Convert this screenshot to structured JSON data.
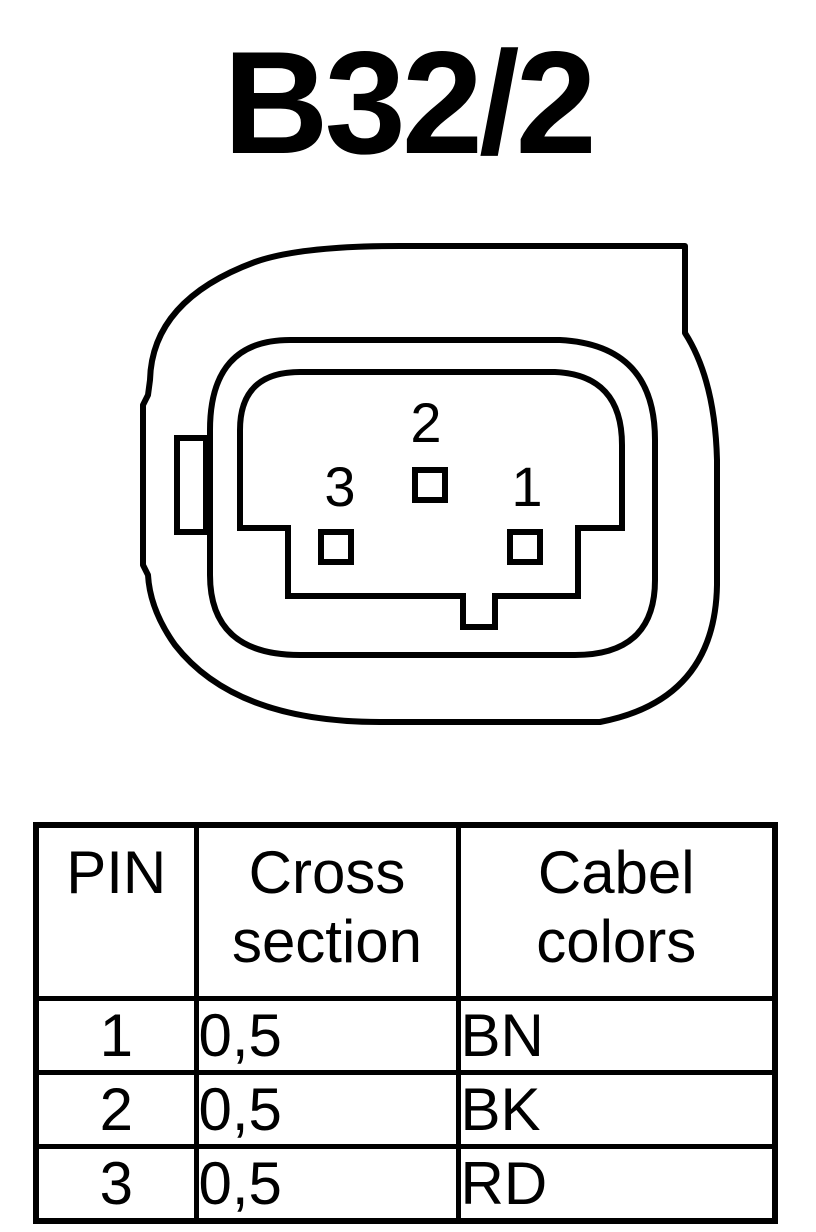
{
  "title": "B32/2",
  "connector": {
    "pin_labels": [
      {
        "id": "1",
        "label": "1"
      },
      {
        "id": "2",
        "label": "2"
      },
      {
        "id": "3",
        "label": "3"
      }
    ]
  },
  "table": {
    "headers": {
      "pin": "PIN",
      "cross_section_line1": "Cross",
      "cross_section_line2": "section",
      "colors_line1": "Cabel",
      "colors_line2": "colors"
    },
    "rows": [
      {
        "pin": "1",
        "cross_section": "0,5",
        "color": "BN"
      },
      {
        "pin": "2",
        "cross_section": "0,5",
        "color": "BK"
      },
      {
        "pin": "3",
        "cross_section": "0,5",
        "color": "RD"
      }
    ]
  }
}
